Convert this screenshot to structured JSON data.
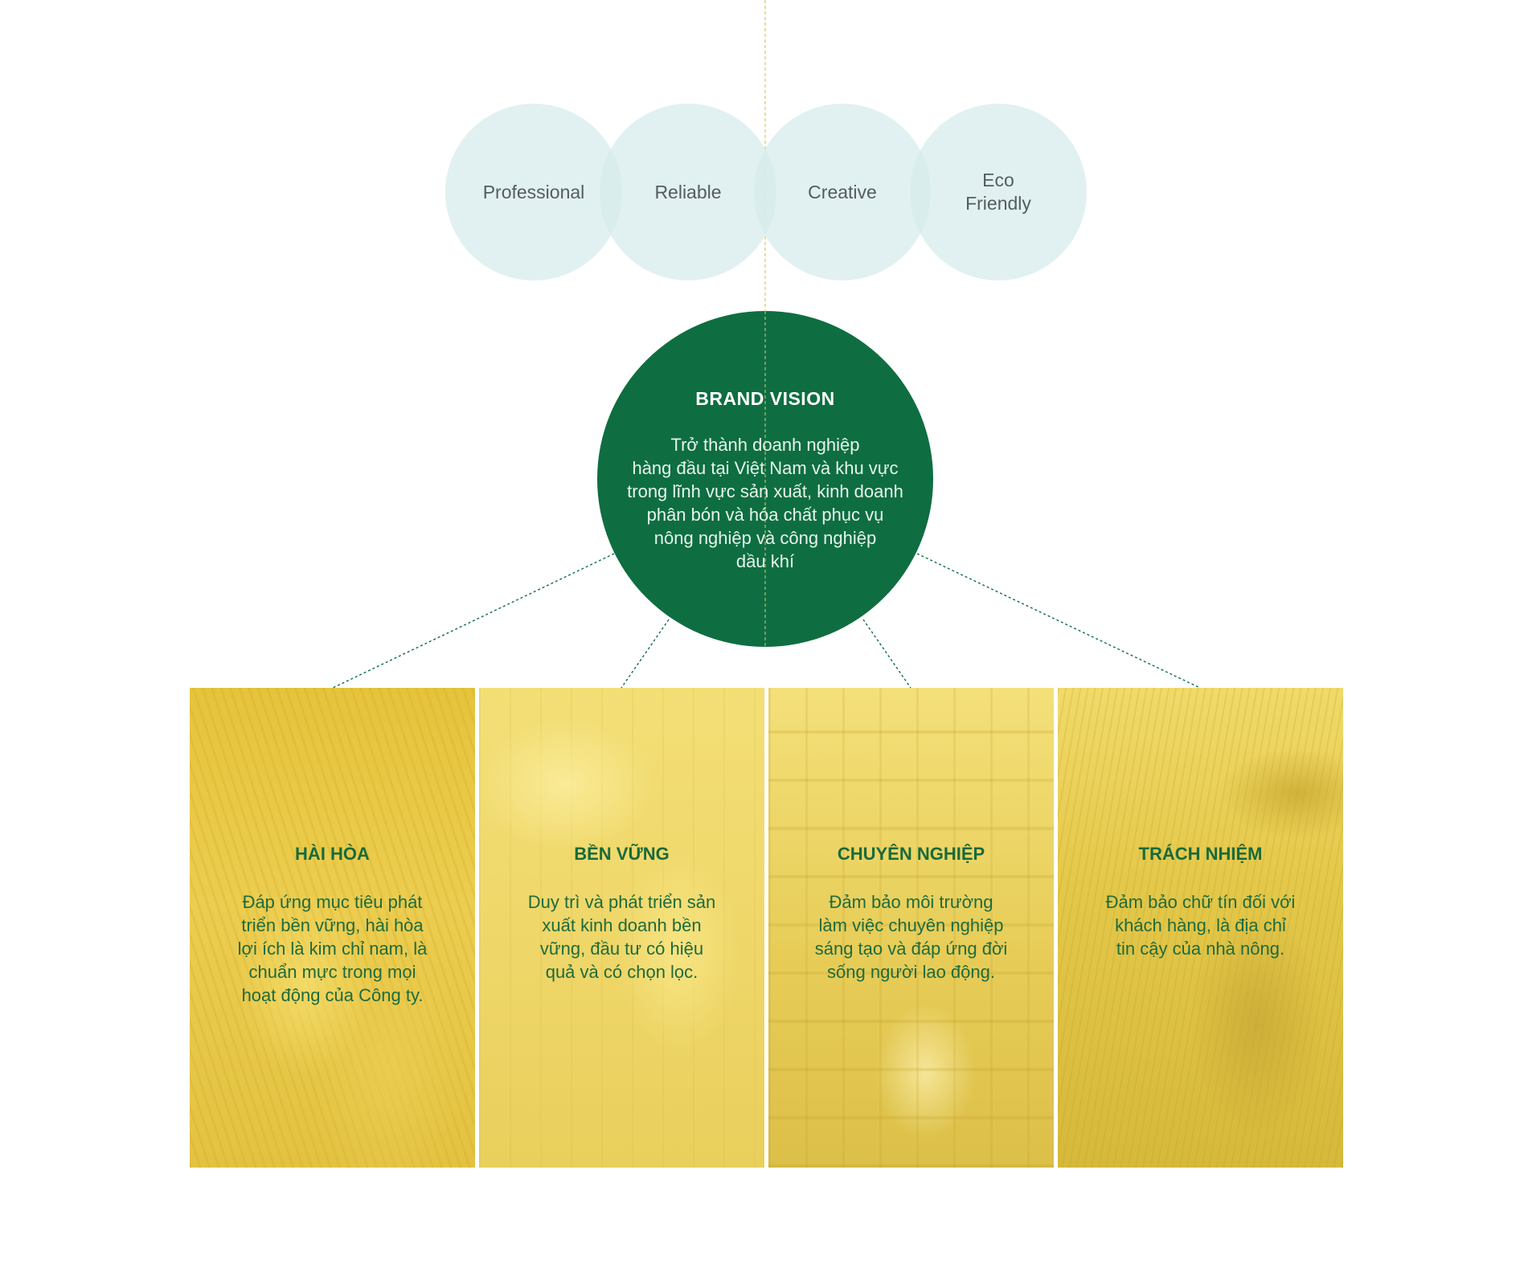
{
  "values": [
    {
      "label": "Professional"
    },
    {
      "label": "Reliable"
    },
    {
      "label": "Creative"
    },
    {
      "label": "Eco\nFriendly"
    }
  ],
  "vision": {
    "title": "BRAND VISION",
    "text": "Trở thành doanh nghiệp\nhàng đầu tại Việt Nam và khu vực\ntrong lĩnh vực sản xuất, kinh doanh\nphân bón và hóa chất phục vụ\nnông nghiệp và công nghiệp\ndầu khí"
  },
  "panels": [
    {
      "title": "HÀI HÒA",
      "text": "Đáp ứng mục tiêu phát\ntriển bền vững, hài hòa\nlợi ích là kim chỉ nam, là\nchuẩn mực trong mọi\nhoạt động của Công ty."
    },
    {
      "title": "BỀN VỮNG",
      "text": "Duy trì và phát triển sản\nxuất kinh doanh bền\nvững, đầu tư có hiệu\nquả và có chọn lọc."
    },
    {
      "title": "CHUYÊN NGHIỆP",
      "text": "Đảm bảo môi trường\nlàm việc chuyên nghiệp\nsáng tạo và đáp ứng đời\nsống người lao động."
    },
    {
      "title": "TRÁCH NHIỆM",
      "text": "Đảm bảo chữ tín đối với\nkhách hàng, là địa chỉ\ntin cậy của nhà nông."
    }
  ],
  "colors": {
    "brand_green": "#0e6e41",
    "circle_fill": "#d6ebeb",
    "panel_yellow": "#ecd055",
    "guide_line": "#e3d36a"
  }
}
